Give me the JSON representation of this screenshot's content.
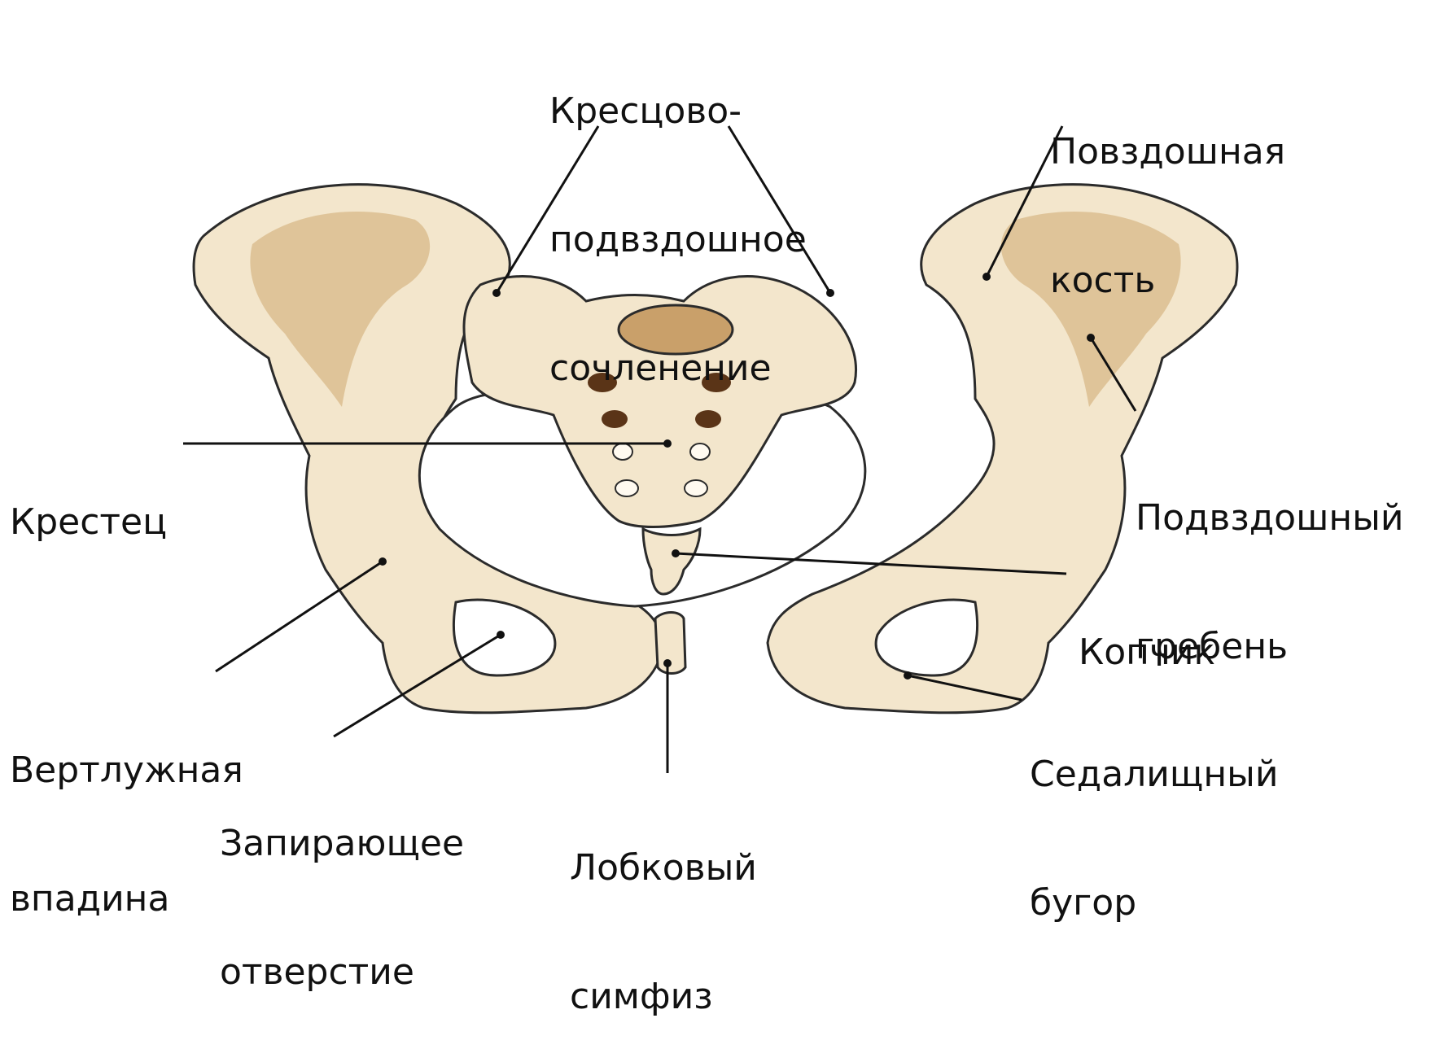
{
  "labels": {
    "sacroiliac_joint": [
      "Кресцово-",
      "подвздошное",
      "сочленение"
    ],
    "ilium": [
      "Повздошная",
      "кость"
    ],
    "sacrum": [
      "Крестец"
    ],
    "iliac_crest": [
      "Подвздошный",
      "гребень"
    ],
    "coccyx": [
      "Копчик"
    ],
    "acetabulum": [
      "Вертлужная",
      "впадина"
    ],
    "ischial_tuberosity": [
      "Седалищный",
      "бугор"
    ],
    "obturator_foramen": [
      "Запирающее",
      "отверстие"
    ],
    "pubic_symphysis": [
      "Лобковый",
      "симфиз"
    ]
  },
  "colors": {
    "bone": "#f3e6cc",
    "bone_shadow": "#d9bb8c",
    "bone_dark": "#5a3417",
    "bone_highlight": "#fffaf0",
    "outline": "#2b2b2b",
    "text": "#111111"
  }
}
